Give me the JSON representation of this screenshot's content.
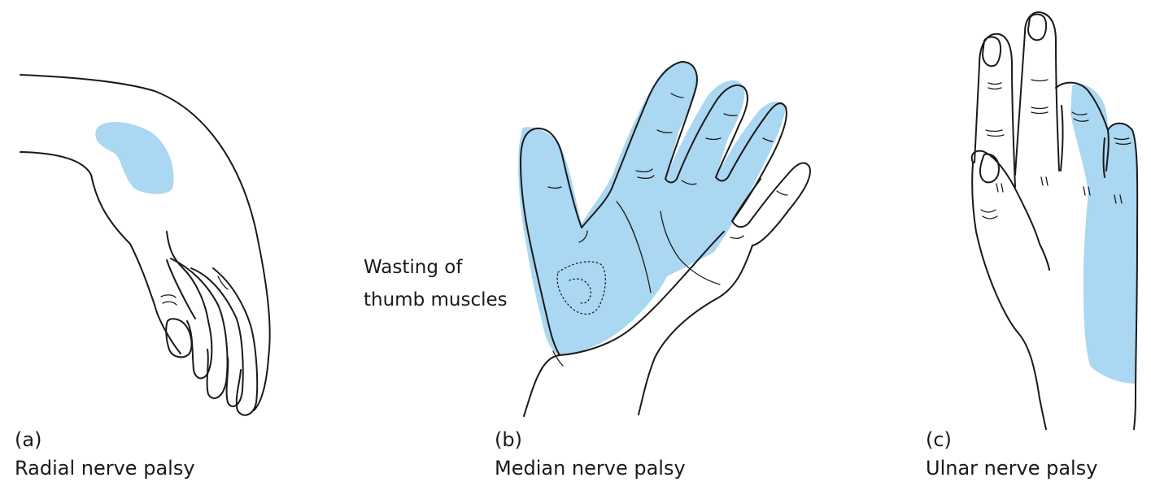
{
  "colors": {
    "sensory_area": "#aad7f1",
    "ink": "#1a1a1a",
    "background": "#ffffff"
  },
  "panels": [
    {
      "letter": "(a)",
      "title": "Radial nerve palsy"
    },
    {
      "letter": "(b)",
      "title": "Median nerve palsy",
      "annotation": {
        "line1": "Wasting of",
        "line2": "thumb muscles"
      }
    },
    {
      "letter": "(c)",
      "title": "Ulnar nerve palsy"
    }
  ]
}
